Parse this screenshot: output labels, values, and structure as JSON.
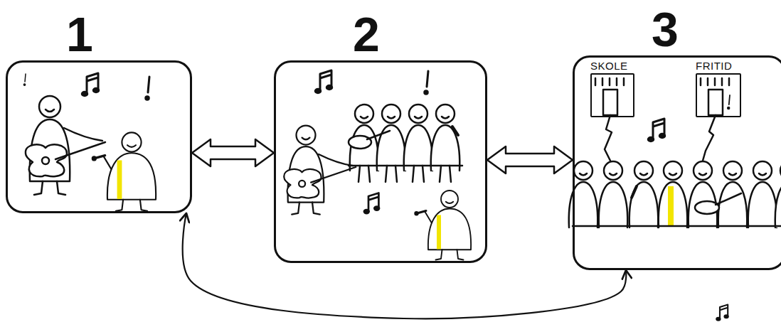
{
  "diagram": {
    "nodes": [
      {
        "text": [
          "1"
        ]
      },
      {
        "text": [
          "2"
        ]
      },
      {
        "text": [
          "3"
        ]
      },
      {
        "text": [
          "SKOLE"
        ],
        "in": 2
      },
      {
        "text": [
          "FRITID"
        ],
        "in": 2
      }
    ],
    "edges": [
      {
        "from": 0,
        "to": 1,
        "arrow": "both"
      },
      {
        "from": 1,
        "to": 2,
        "arrow": "both"
      },
      {
        "from": 0,
        "to": 2,
        "arrow": "both"
      }
    ]
  }
}
